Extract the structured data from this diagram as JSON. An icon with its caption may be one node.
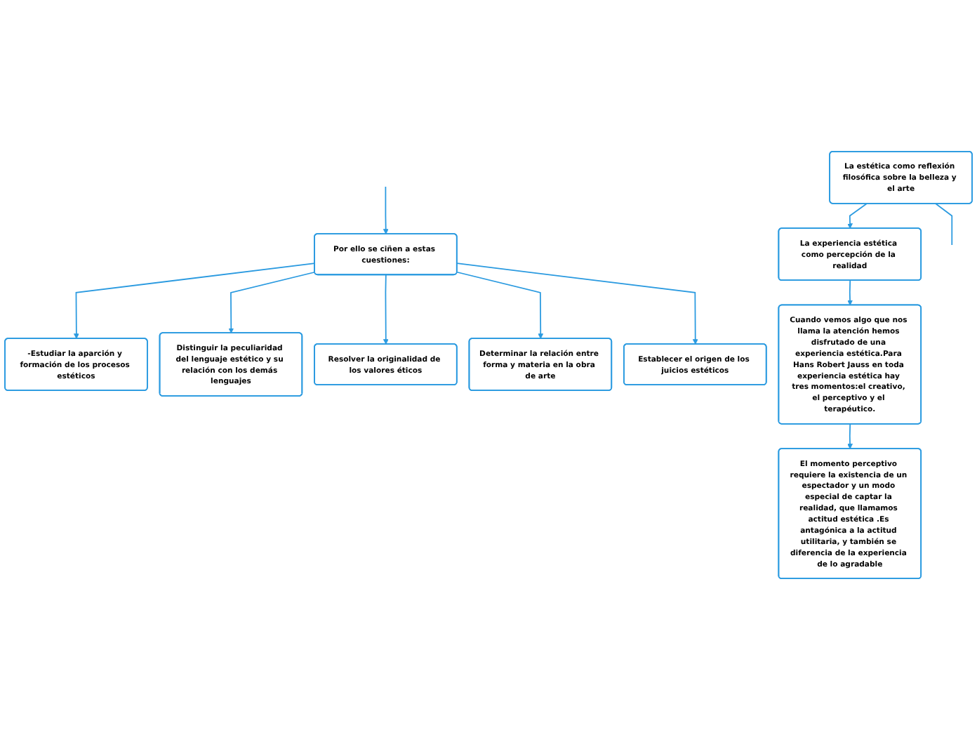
{
  "diagram": {
    "nodes": [
      {
        "text": [
          "La estética como reflexión filosófica sobre la belleza y el arte"
        ]
      },
      {
        "text": [
          "Por ello se ciñen a estas cuestiones:"
        ]
      },
      {
        "text": [
          "-Estudiar la aparción y formación de los procesos estéticos"
        ]
      },
      {
        "text": [
          "Distinguir la peculiaridad del lenguaje estético y su relación con los demás lenguajes"
        ]
      },
      {
        "text": [
          "Resolver la originalidad de los valores éticos"
        ]
      },
      {
        "text": [
          "Determinar la relación entre forma y materia en la obra de arte"
        ]
      },
      {
        "text": [
          "Establecer el origen de los juicios estéticos"
        ]
      },
      {
        "text": [
          "La experiencia estética como percepción de la realidad"
        ]
      },
      {
        "text": [
          "Cuando vemos algo que nos llama la atención hemos disfrutado de una experiencia estética.Para Hans Robert Jauss en toda experiencia estética hay tres momentos:el creativo, el perceptivo y el terapéutico."
        ]
      },
      {
        "text": [
          "El momento perceptivo requiere la existencia de un espectador y un modo especial de captar la realidad, que llamamos actitud estética .Es antagónica a la actitud utilitaria, y también se diferencia de la experiencia de lo agradable"
        ]
      }
    ],
    "edges": [
      {
        "from": 0,
        "to": null,
        "arrow": "none"
      },
      {
        "from": null,
        "to": 1,
        "arrow": "to"
      },
      {
        "from": 1,
        "to": 2,
        "arrow": "to"
      },
      {
        "from": 1,
        "to": 3,
        "arrow": "to"
      },
      {
        "from": 1,
        "to": 4,
        "arrow": "to"
      },
      {
        "from": 1,
        "to": 6,
        "arrow": "to"
      },
      {
        "from": 1,
        "to": 5,
        "arrow": "to"
      },
      {
        "from": 0,
        "to": 7,
        "arrow": "to"
      },
      {
        "from": 7,
        "to": 8,
        "arrow": "to"
      },
      {
        "from": 8,
        "to": 9,
        "arrow": "to"
      }
    ]
  }
}
